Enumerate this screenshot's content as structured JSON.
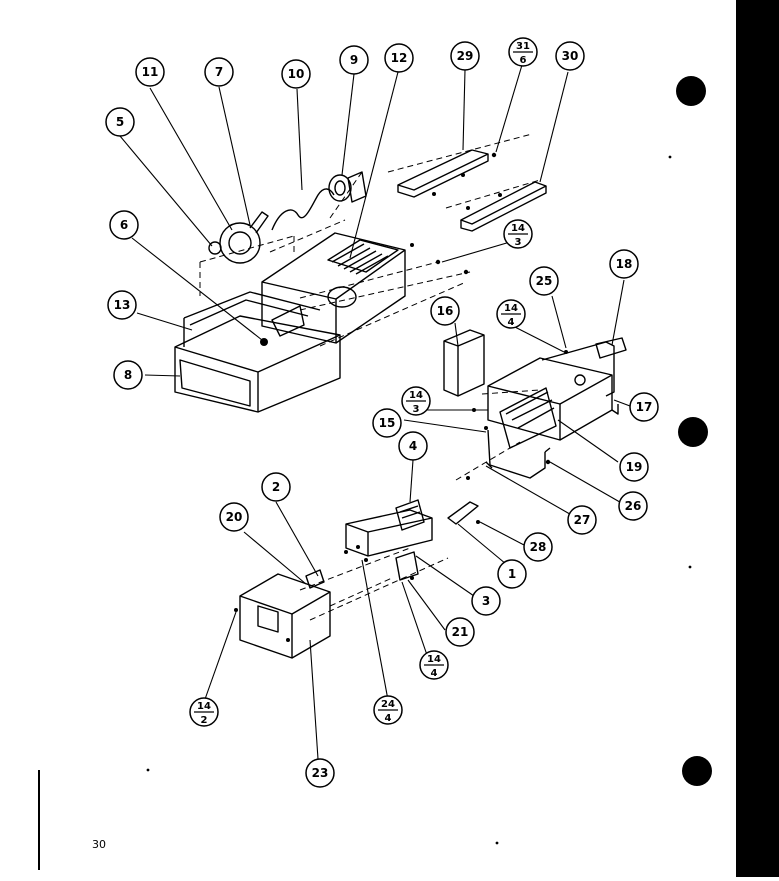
{
  "page": {
    "page_number": "30"
  },
  "colors": {
    "ink": "#000000",
    "paper": "#ffffff"
  },
  "callouts": [
    {
      "id": "c11",
      "label": "11"
    },
    {
      "id": "c7",
      "label": "7"
    },
    {
      "id": "c10",
      "label": "10"
    },
    {
      "id": "c9",
      "label": "9"
    },
    {
      "id": "c12",
      "label": "12"
    },
    {
      "id": "c29",
      "label": "29"
    },
    {
      "id": "c30",
      "label": "30"
    },
    {
      "id": "c5",
      "label": "5"
    },
    {
      "id": "c6",
      "label": "6"
    },
    {
      "id": "c13",
      "label": "13"
    },
    {
      "id": "c8",
      "label": "8"
    },
    {
      "id": "c16",
      "label": "16"
    },
    {
      "id": "c25",
      "label": "25"
    },
    {
      "id": "c18",
      "label": "18"
    },
    {
      "id": "c17",
      "label": "17"
    },
    {
      "id": "c15",
      "label": "15"
    },
    {
      "id": "c19",
      "label": "19"
    },
    {
      "id": "c26",
      "label": "26"
    },
    {
      "id": "c27",
      "label": "27"
    },
    {
      "id": "c4",
      "label": "4"
    },
    {
      "id": "c2",
      "label": "2"
    },
    {
      "id": "c20",
      "label": "20"
    },
    {
      "id": "c28",
      "label": "28"
    },
    {
      "id": "c1",
      "label": "1"
    },
    {
      "id": "c3",
      "label": "3"
    },
    {
      "id": "c21",
      "label": "21"
    },
    {
      "id": "c23",
      "label": "23"
    }
  ],
  "fraction_callouts": [
    {
      "id": "f31_6",
      "top": "31",
      "bottom": "6"
    },
    {
      "id": "f14_3a",
      "top": "14",
      "bottom": "3"
    },
    {
      "id": "f14_4a",
      "top": "14",
      "bottom": "4"
    },
    {
      "id": "f14_3b",
      "top": "14",
      "bottom": "3"
    },
    {
      "id": "f14_4b",
      "top": "14",
      "bottom": "4"
    },
    {
      "id": "f14_2",
      "top": "14",
      "bottom": "2"
    },
    {
      "id": "f24_4",
      "top": "24",
      "bottom": "4"
    }
  ]
}
